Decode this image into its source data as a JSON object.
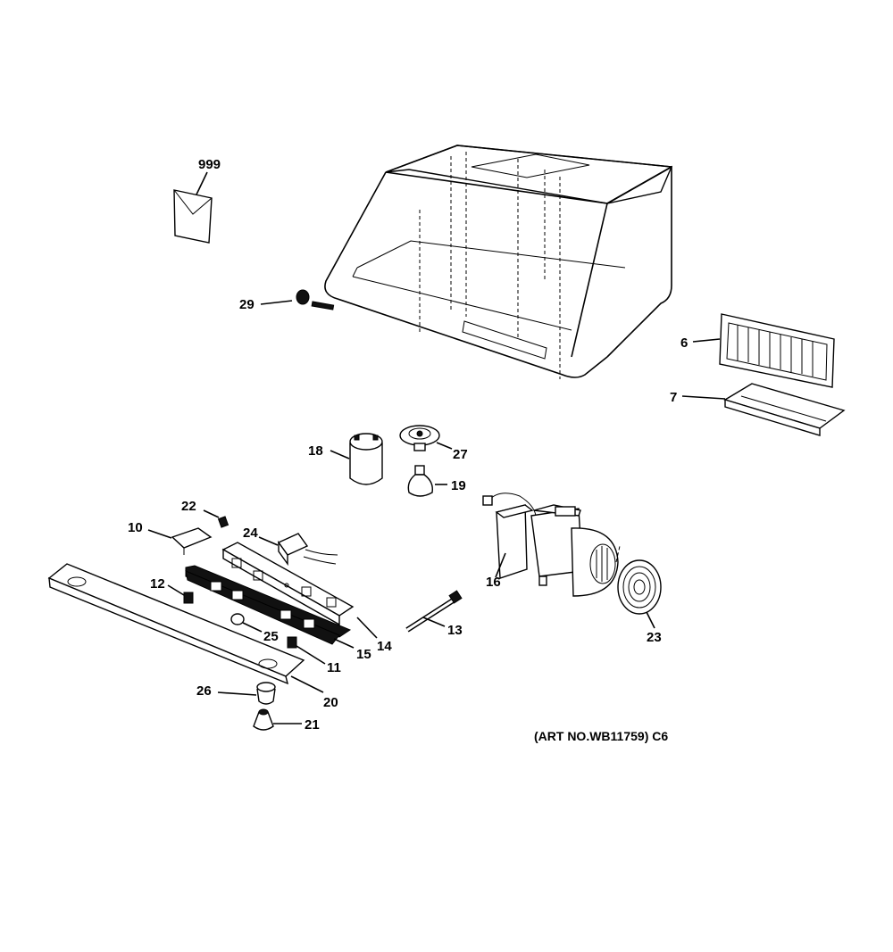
{
  "art_note": "(ART NO.WB11759) C6",
  "callouts": {
    "c999": "999",
    "c29": "29",
    "c6": "6",
    "c7": "7",
    "c18": "18",
    "c27": "27",
    "c19": "19",
    "c22": "22",
    "c10": "10",
    "c24": "24",
    "c16": "16",
    "c12": "12",
    "c13": "13",
    "c23": "23",
    "c25": "25",
    "c15": "15",
    "c14": "14",
    "c11": "11",
    "c26": "26",
    "c20": "20",
    "c21": "21"
  }
}
